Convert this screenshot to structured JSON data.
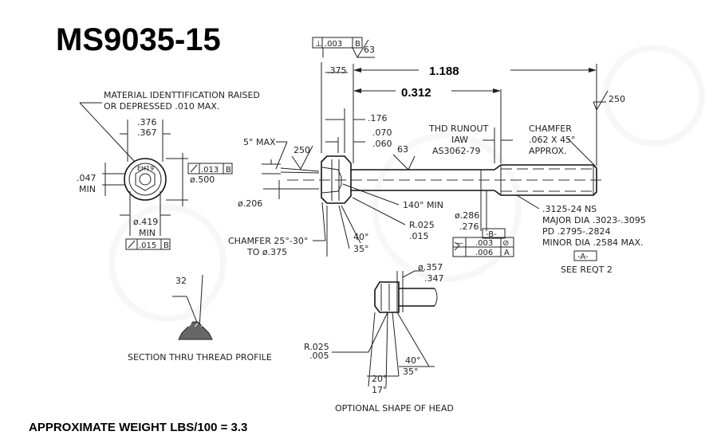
{
  "title": "MS9035-15",
  "weight_note": "APPROXIMATE WEIGHT LBS/100 = 3.3",
  "top_fcf": {
    "sym": "⊥",
    "tol": ".003",
    "datum": "B"
  },
  "finish_63_top": "63",
  "dims_bold": {
    "length": "1.188",
    "thread_len": "0.312"
  },
  "head": {
    "height": ".375",
    "r176": ".176",
    "h070": ".070",
    "h060": ".060",
    "max5": "5° MAX",
    "f250": "250",
    "d206": "ø.206",
    "min140": "140° MIN",
    "r025": "R.025",
    "r015": ".015",
    "chamfer_a": "CHAMFER 25°-30°",
    "chamfer_b": "TO ø.375",
    "a40": "40°",
    "a35": "35°"
  },
  "shank": {
    "finish63": "63",
    "thd1": "THD RUNOUT",
    "thd2": "IAW",
    "thd3": "AS3062-79",
    "ch1": "CHAMFER",
    "ch2": ".062 X 45°",
    "ch3": "APPROX.",
    "f250r": "250",
    "d286": "ø.286",
    "d276": ".276",
    "datumB": "-B-",
    "fcf1_tol": ".003",
    "fcf1_sym": "⊘",
    "fcf2_tol": ".006",
    "fcf2_datum": "A",
    "fcf_sym": "—"
  },
  "thread_spec": {
    "l1": ".3125-24 NS",
    "l2": "MAJOR DIA .3023-.3095",
    "l3": "PD .2795-.2824",
    "l4": "MINOR DIA .2584 MAX.",
    "datumA": "-A-",
    "note": "SEE REQT 2"
  },
  "end_view": {
    "mat1": "MATERIAL IDENTTIFICATION RAISED",
    "mat2": "OR DEPRESSED .010 MAX.",
    "d376": ".376",
    "d367": ".367",
    "d047": ".047",
    "min1": "MIN",
    "d500": "ø.500",
    "fcf013": ".013",
    "fcf013_datum": "B",
    "d419": "ø.419",
    "min2": "MIN",
    "fcf015": ".015",
    "fcf015_datum": "B",
    "mark": "EH19"
  },
  "profile": {
    "finish32": "32",
    "caption": "SECTION THRU THREAD PROFILE"
  },
  "optional": {
    "d357": "ø.357",
    "d347": ".347",
    "r025": "R.025",
    "r005": ".005",
    "a40": "40°",
    "a35": "35°",
    "a20": "20°",
    "a17": "17°",
    "caption": "OPTIONAL SHAPE OF HEAD"
  }
}
